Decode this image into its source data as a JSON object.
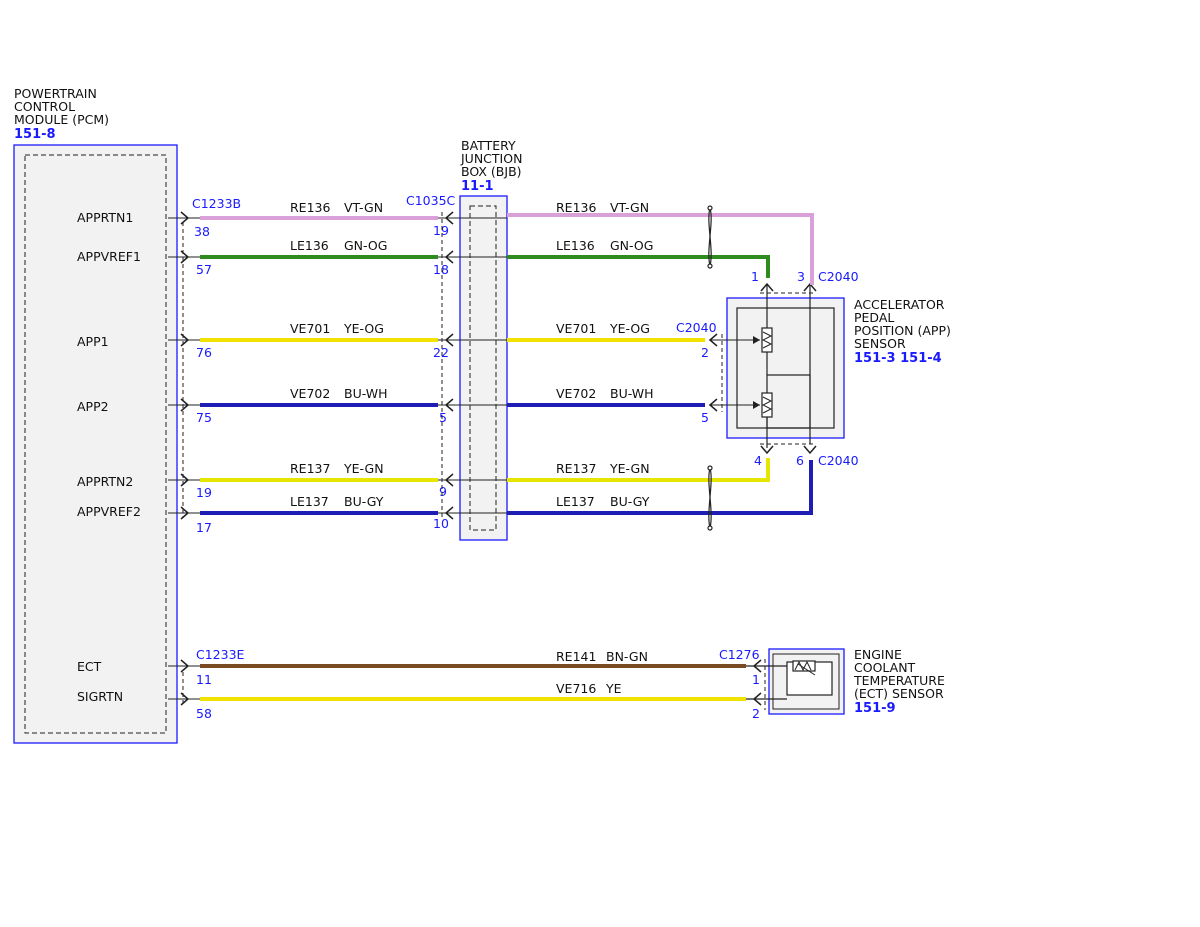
{
  "pcm": {
    "title_lines": [
      "POWERTRAIN",
      "CONTROL",
      "MODULE (PCM)"
    ],
    "ref": "151-8",
    "signals": {
      "apprtn1": "APPRTN1",
      "appvref1": "APPVREF1",
      "app1": "APP1",
      "app2": "APP2",
      "apprtn2": "APPRTN2",
      "appvref2": "APPVREF2",
      "ect": "ECT",
      "sigrtn": "SIGRTN"
    },
    "connector_app": "C1233B",
    "connector_ect": "C1233E"
  },
  "bjb": {
    "title_lines": [
      "BATTERY",
      "JUNCTION",
      "BOX (BJB)"
    ],
    "ref": "11-1",
    "connector": "C1035C"
  },
  "app_sensor": {
    "title_lines": [
      "ACCELERATOR",
      "PEDAL",
      "POSITION (APP)",
      "SENSOR"
    ],
    "ref": "151-3 151-4",
    "connector": "C2040",
    "connector_top": "C2040",
    "connector_bottom": "C2040",
    "pins_top": [
      "1",
      "3"
    ],
    "pins_bottom": [
      "4",
      "6"
    ]
  },
  "ect_sensor": {
    "title_lines": [
      "ENGINE",
      "COOLANT",
      "TEMPERATURE",
      "(ECT) SENSOR"
    ],
    "ref": "151-9",
    "connector": "C1276"
  },
  "wires": {
    "w1": {
      "circuit": "RE136",
      "color_code": "VT-GN",
      "pcm_pin": "38",
      "bjb_pin": "19",
      "color": "#d9a0d9"
    },
    "w2": {
      "circuit": "LE136",
      "color_code": "GN-OG",
      "pcm_pin": "57",
      "bjb_pin": "18",
      "color": "#2e8b1e"
    },
    "w3": {
      "circuit": "VE701",
      "color_code": "YE-OG",
      "pcm_pin": "76",
      "bjb_pin": "22",
      "sensor_pin": "2",
      "color": "#f2e200"
    },
    "w4": {
      "circuit": "VE702",
      "color_code": "BU-WH",
      "pcm_pin": "75",
      "bjb_pin": "5",
      "sensor_pin": "5",
      "color": "#1e1eb4"
    },
    "w5": {
      "circuit": "RE137",
      "color_code": "YE-GN",
      "pcm_pin": "19",
      "bjb_pin": "9",
      "color": "#e6e600"
    },
    "w6": {
      "circuit": "LE137",
      "color_code": "BU-GY",
      "pcm_pin": "17",
      "bjb_pin": "10",
      "color": "#1e1eb4"
    },
    "w7": {
      "circuit": "RE141",
      "color_code": "BN-GN",
      "pcm_pin": "11",
      "sensor_pin": "1",
      "color": "#7a4a23"
    },
    "w8": {
      "circuit": "VE716",
      "color_code": "YE",
      "pcm_pin": "58",
      "sensor_pin": "2",
      "color": "#f2e200"
    }
  }
}
